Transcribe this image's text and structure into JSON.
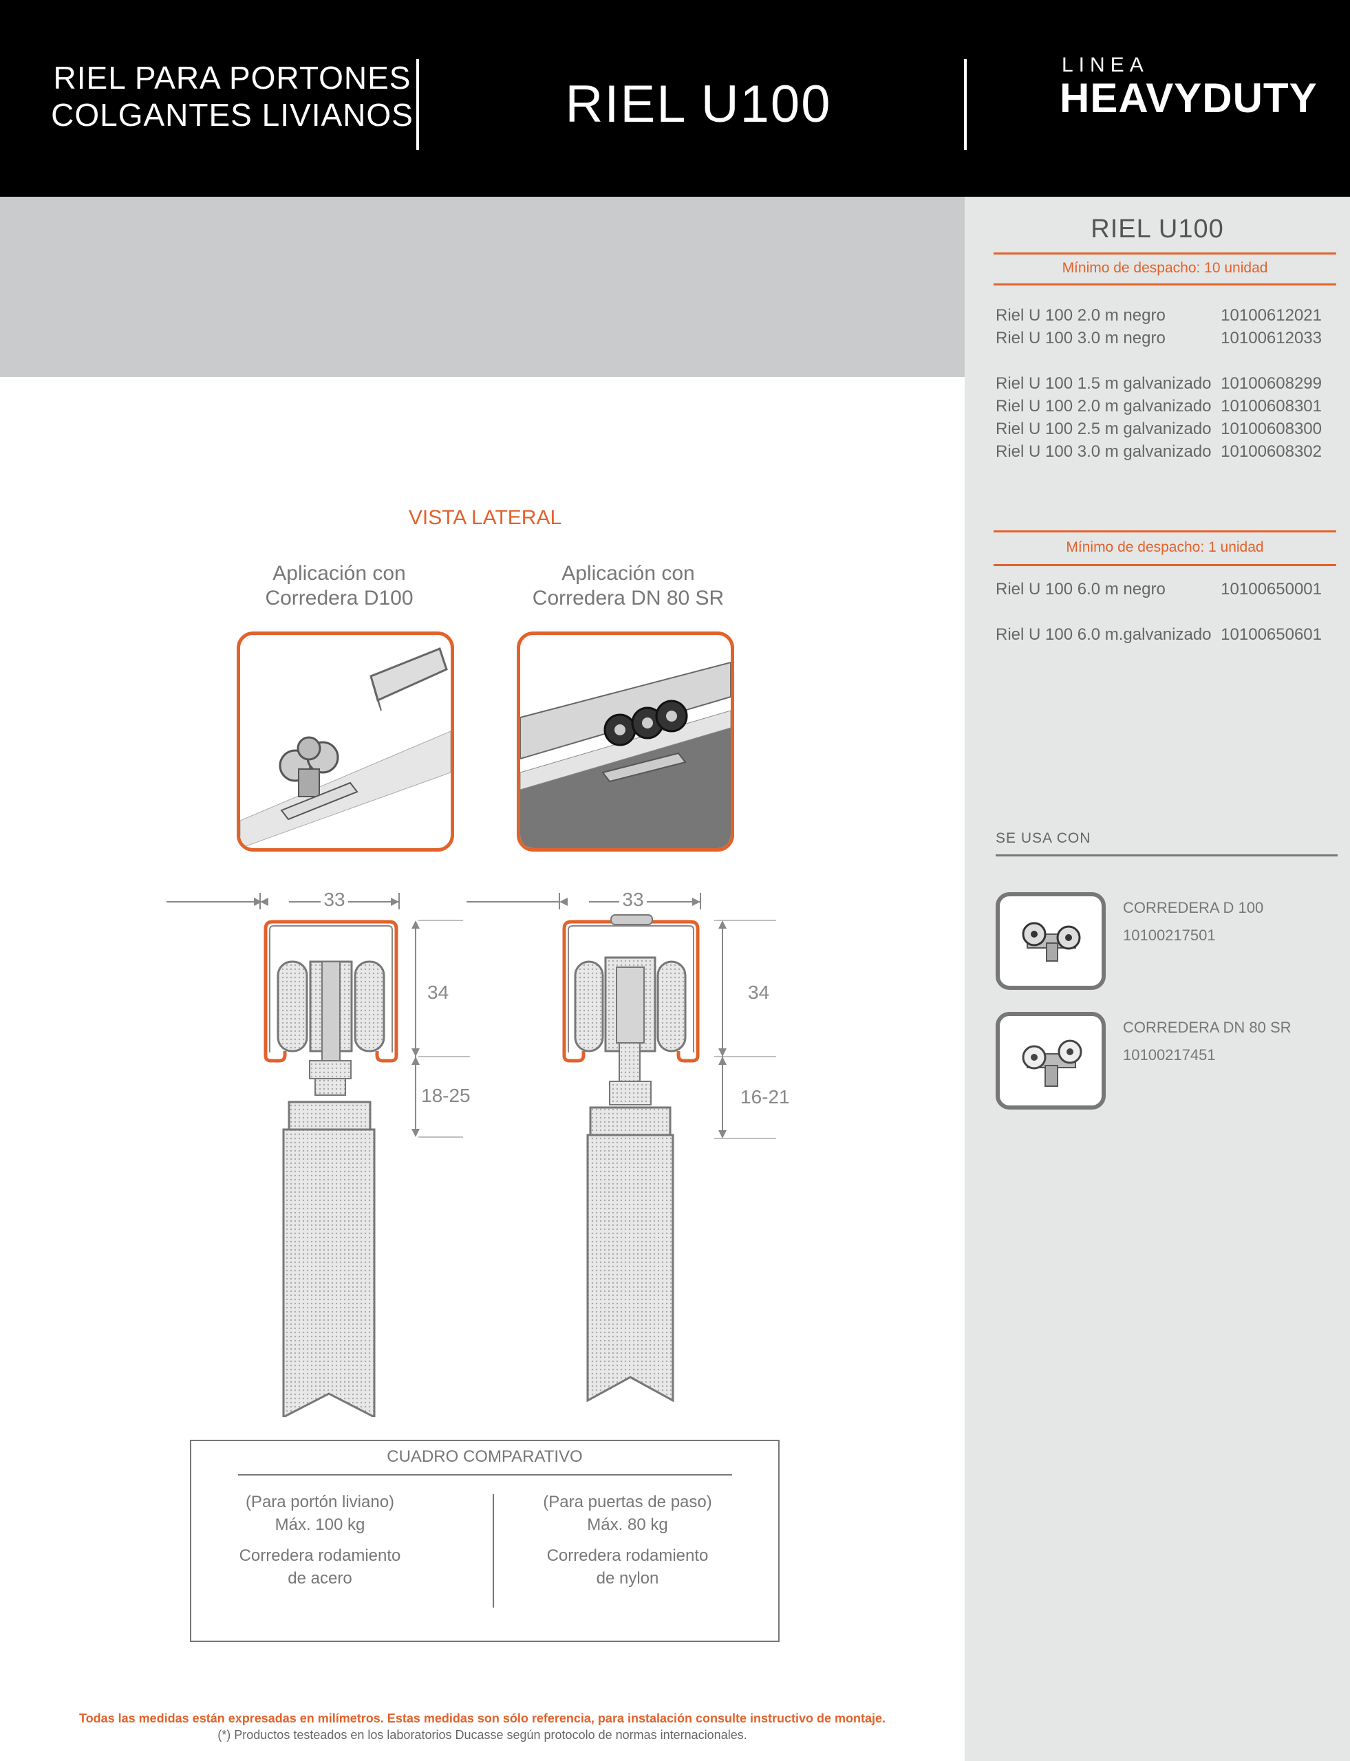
{
  "header": {
    "subtitle_line1": "RIEL PARA PORTONES",
    "subtitle_line2": "COLGANTES LIVIANOS",
    "title": "RIEL U100",
    "brand_prefix": "LINEA",
    "brand_name": "HEAVYDUTY"
  },
  "sidebar": {
    "title": "RIEL U100",
    "group1": {
      "min_label": "Mínimo de despacho: 10 unidad",
      "items": [
        {
          "name": "Riel U 100 2.0 m negro",
          "code": "10100612021"
        },
        {
          "name": "Riel U 100 3.0 m negro",
          "code": "10100612033"
        },
        {
          "name": "Riel U 100 1.5 m galvanizado",
          "code": "10100608299"
        },
        {
          "name": "Riel U 100 2.0 m galvanizado",
          "code": "10100608301"
        },
        {
          "name": "Riel U 100 2.5 m galvanizado",
          "code": "10100608300"
        },
        {
          "name": "Riel U 100 3.0 m galvanizado",
          "code": "10100608302"
        }
      ]
    },
    "group2": {
      "min_label": "Mínimo de despacho: 1 unidad",
      "items": [
        {
          "name": "Riel U 100 6.0 m negro",
          "code": "10100650001"
        },
        {
          "name": "Riel U 100 6.0 m.galvanizado",
          "code": "10100650601"
        }
      ]
    },
    "uses_with": {
      "label": "SE USA CON",
      "items": [
        {
          "name": "CORREDERA D 100",
          "code": "10100217501"
        },
        {
          "name": "CORREDERA DN 80 SR",
          "code": "10100217451"
        }
      ]
    }
  },
  "main": {
    "section_title": "VISTA LATERAL",
    "applications": [
      {
        "line1": "Aplicación con",
        "line2": "Corredera D100"
      },
      {
        "line1": "Aplicación con",
        "line2": "Corredera DN 80 SR"
      }
    ],
    "dimensions": {
      "left": {
        "width": "33",
        "height": "34",
        "drop": "18-25"
      },
      "right": {
        "width": "33",
        "height": "34",
        "drop": "16-21"
      }
    },
    "comparison": {
      "title": "CUADRO COMPARATIVO",
      "left": {
        "use": "(Para portón liviano)",
        "max": "Máx. 100 kg",
        "bearing_line1": "Corredera rodamiento",
        "bearing_line2": "de acero"
      },
      "right": {
        "use": "(Para puertas de paso)",
        "max": "Máx. 80 kg",
        "bearing_line1": "Corredera rodamiento",
        "bearing_line2": "de nylon"
      }
    }
  },
  "footer": {
    "note": "Todas las medidas están expresadas en milímetros. Estas medidas son sólo referencia, para instalación consulte instructivo de montaje.",
    "tested": "(*) Productos testeados en los laboratorios Ducasse según protocolo de normas internacionales."
  },
  "colors": {
    "accent": "#e2622b",
    "header_bg": "#000000",
    "band": "#c9cbcc",
    "sidebar_bg": "#e5e6e6"
  }
}
